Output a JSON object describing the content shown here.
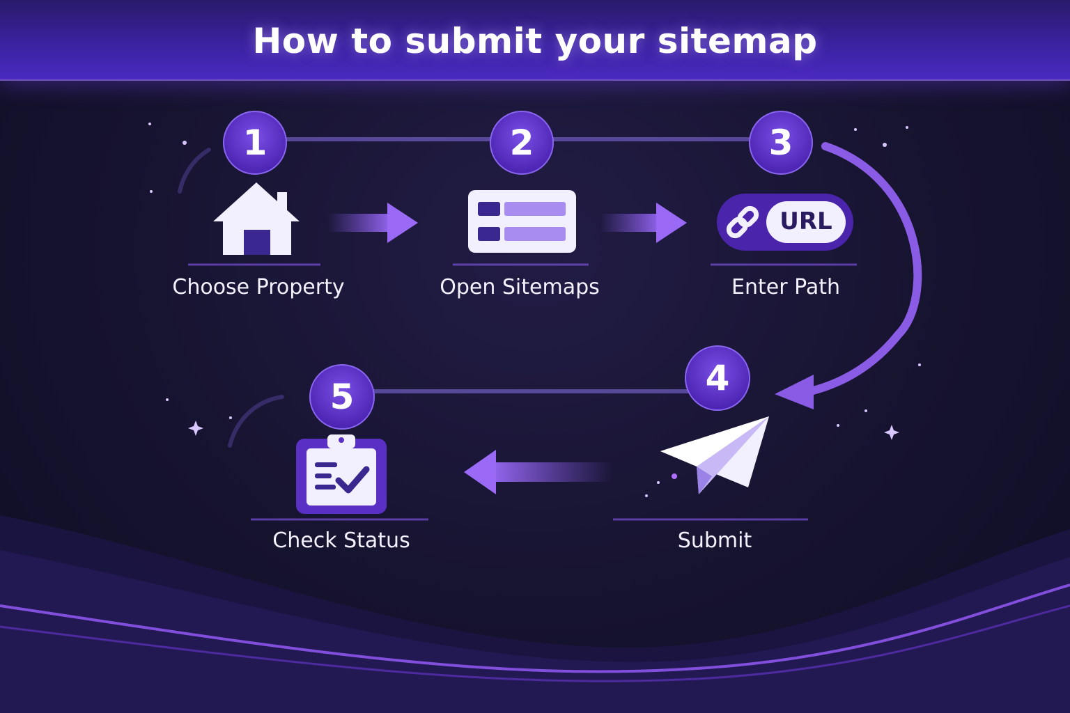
{
  "title": "How to submit your sitemap",
  "steps": [
    {
      "number": "1",
      "label": "Choose Property",
      "icon": "house-icon"
    },
    {
      "number": "2",
      "label": "Open Sitemaps",
      "icon": "sitemap-list-icon"
    },
    {
      "number": "3",
      "label": "Enter Path",
      "icon": "link-url-icon",
      "badge": "URL"
    },
    {
      "number": "4",
      "label": "Submit",
      "icon": "paper-plane-icon"
    },
    {
      "number": "5",
      "label": "Check Status",
      "icon": "clipboard-check-icon"
    }
  ],
  "colors": {
    "accent": "#6a3fd6",
    "badge": "#5a2fc4",
    "background": "#16132f",
    "icon_fill": "#f2efff"
  }
}
